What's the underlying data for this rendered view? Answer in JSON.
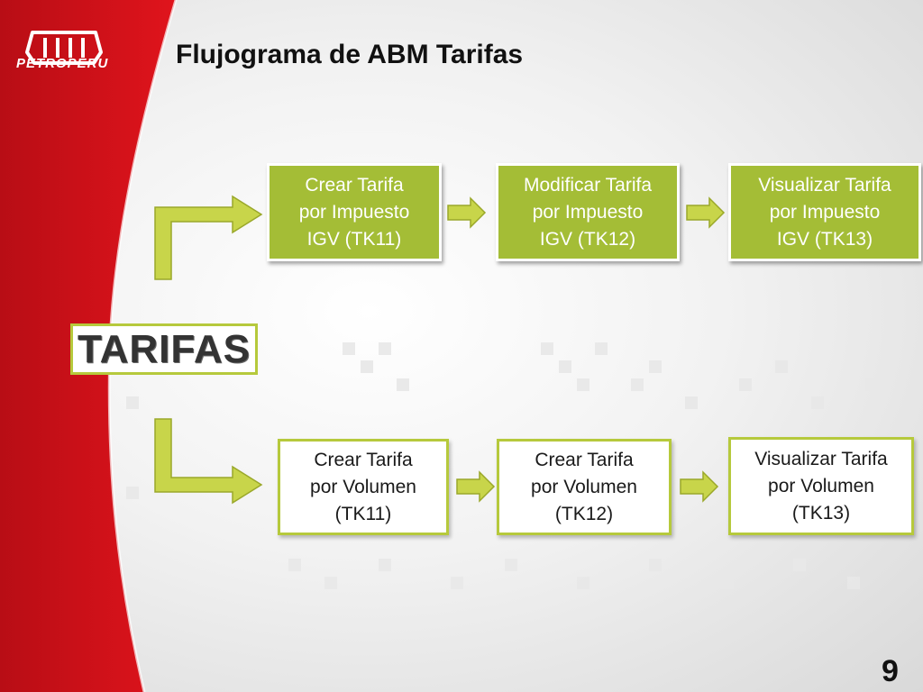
{
  "brand": {
    "name": "PETROPERU",
    "accent": "#d4121b",
    "green": "#a4bd36",
    "olive": "#b6c93c"
  },
  "title": "Flujograma de ABM Tarifas",
  "root": {
    "label": "TARIFAS"
  },
  "rows": {
    "top": [
      {
        "label": "Crear Tarifa\npor Impuesto\nIGV  (TK11)"
      },
      {
        "label": "Modificar Tarifa\npor Impuesto\nIGV (TK12)"
      },
      {
        "label": "Visualizar Tarifa\npor Impuesto\nIGV (TK13)"
      }
    ],
    "bottom": [
      {
        "label": "Crear Tarifa\npor Volumen\n(TK11)"
      },
      {
        "label": "Crear Tarifa\npor Volumen\n(TK12)"
      },
      {
        "label": "Visualizar Tarifa\npor Volumen\n(TK13)"
      }
    ]
  },
  "page_number": "9",
  "icons": [
    "petroperu-logo-icon",
    "arrow-right-icon",
    "elbow-arrow-icon"
  ]
}
